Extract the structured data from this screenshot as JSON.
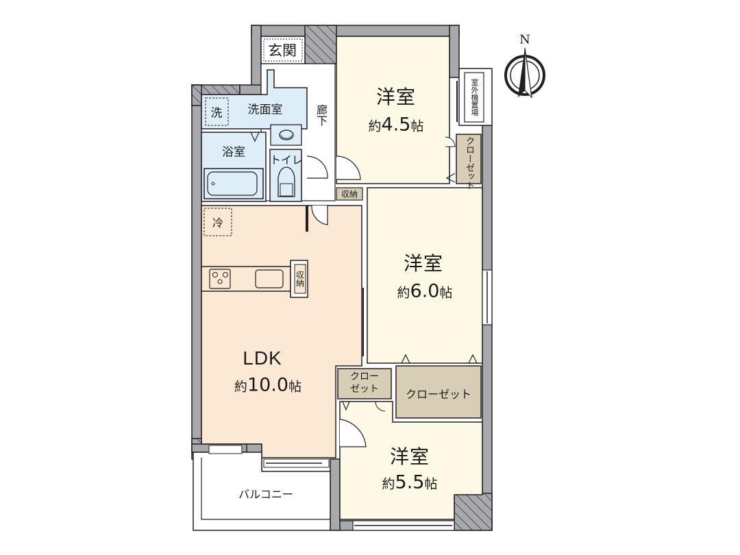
{
  "colors": {
    "wall": "#a7a9ac",
    "outline": "#231f20",
    "wet_area": "#ddeef8",
    "ldk_floor": "#fbe9d4",
    "western_room_floor": "#fdf9e6",
    "closet_floor": "#d8cdb5",
    "background": "#ffffff"
  },
  "compass": {
    "label": "N"
  },
  "rooms": {
    "entrance": {
      "name": "玄関"
    },
    "washroom": {
      "name": "洗面室"
    },
    "washer": {
      "name": "洗"
    },
    "bathroom": {
      "name": "浴室"
    },
    "toilet": {
      "name": "トイレ"
    },
    "hallway": {
      "name": "廊下"
    },
    "storage_hall": {
      "name": "収納"
    },
    "fridge": {
      "name": "冷"
    },
    "kitchen_storage": {
      "name": "収納"
    },
    "ldk": {
      "name": "LDK",
      "size_prefix": "約",
      "size_value": "10.0",
      "size_unit": "帖"
    },
    "room_north": {
      "name": "洋室",
      "size_prefix": "約",
      "size_value": "4.5",
      "size_unit": "帖"
    },
    "room_middle": {
      "name": "洋室",
      "size_prefix": "約",
      "size_value": "6.0",
      "size_unit": "帖"
    },
    "room_south": {
      "name": "洋室",
      "size_prefix": "約",
      "size_value": "5.5",
      "size_unit": "帖"
    },
    "closet_north": {
      "name": "クローゼット"
    },
    "closet_small": {
      "name_line1": "クロー",
      "name_line2": "ゼット"
    },
    "closet_large": {
      "name": "クローゼット"
    },
    "ac_unit_space": {
      "name": "室外機置場"
    },
    "balcony": {
      "name": "バルコニー"
    }
  }
}
